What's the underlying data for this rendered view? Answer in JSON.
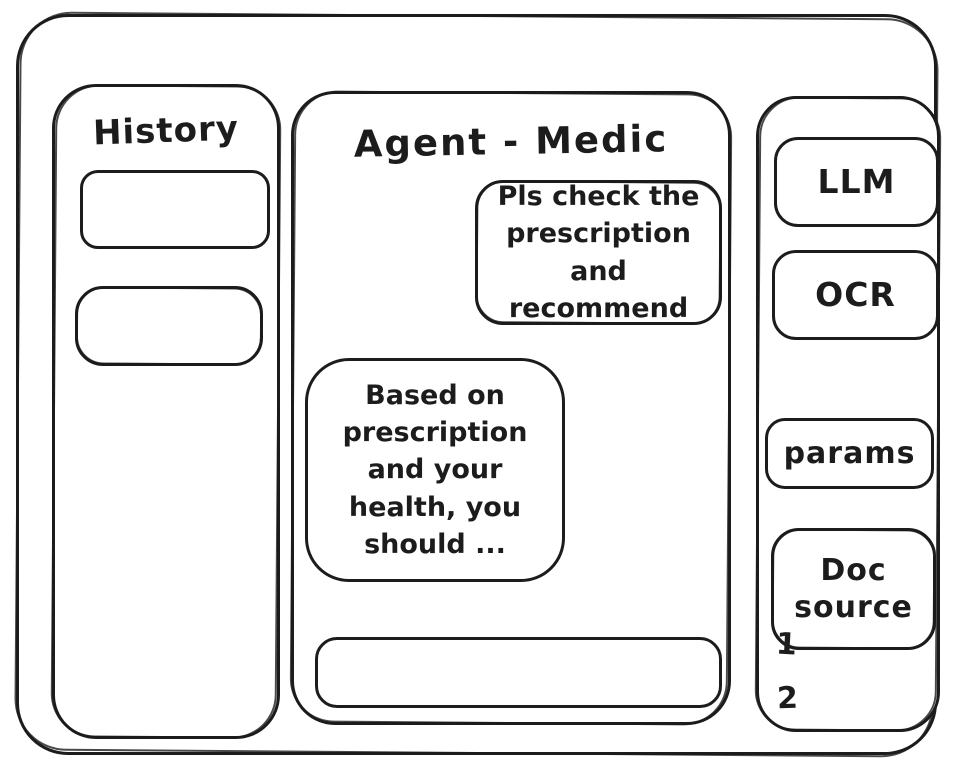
{
  "colors": {
    "ink": "#1c1c1c",
    "background": "#ffffff"
  },
  "history_panel": {
    "title": "History",
    "items": [
      {
        "label": ""
      },
      {
        "label": ""
      }
    ]
  },
  "chat_panel": {
    "title": "Agent - Medic",
    "messages": [
      {
        "role": "user",
        "text": "Pls check the prescription and recommend"
      },
      {
        "role": "agent",
        "text": "Based on prescription and your health, you should ..."
      }
    ],
    "input": {
      "value": "",
      "placeholder": ""
    }
  },
  "tools_panel": {
    "items": [
      {
        "label": "LLM"
      },
      {
        "label": "OCR"
      },
      {
        "label": "params"
      },
      {
        "label": "Doc source"
      }
    ],
    "doc_source_list": [
      {
        "label": "1"
      },
      {
        "label": "2"
      }
    ]
  }
}
